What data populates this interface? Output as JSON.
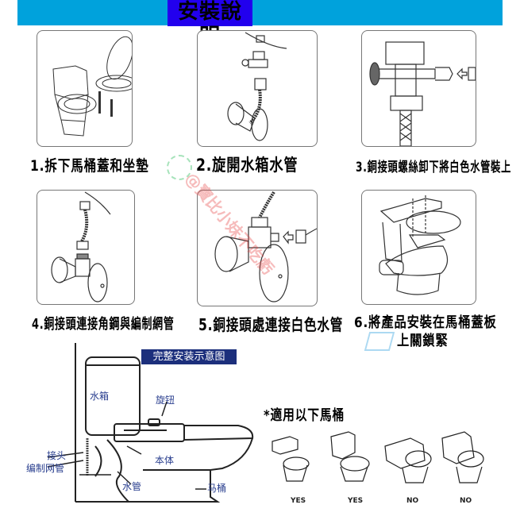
{
  "header": {
    "title": "安裝說明",
    "bar_color": "#00a2dc",
    "title_bg": "#2200ee"
  },
  "steps": [
    {
      "label": "1.拆下馬桶蓋和坐墊"
    },
    {
      "label": "2.旋開水箱水管"
    },
    {
      "label": "3.銅接頭螺絲卸下將白色水管裝上"
    },
    {
      "label": "4.銅接頭連接角鋼與編制網管"
    },
    {
      "label": "5.銅接頭處連接白色水管"
    },
    {
      "label": "6.將產品安裝在馬桶蓋板",
      "label_line2": "上關鎖緊"
    }
  ],
  "diagram": {
    "title": "完整安装示意图",
    "labels": {
      "tank": "水箱",
      "knob": "旋钮",
      "body": "本体",
      "connector": "接头",
      "braided_hose": "编制网管",
      "water_pipe": "水管",
      "toilet": "马桶"
    }
  },
  "compatibility": {
    "title": "*適用以下馬桶",
    "items": [
      {
        "result": "YES"
      },
      {
        "result": "YES"
      },
      {
        "result": "NO"
      },
      {
        "result": "NO"
      }
    ]
  }
}
